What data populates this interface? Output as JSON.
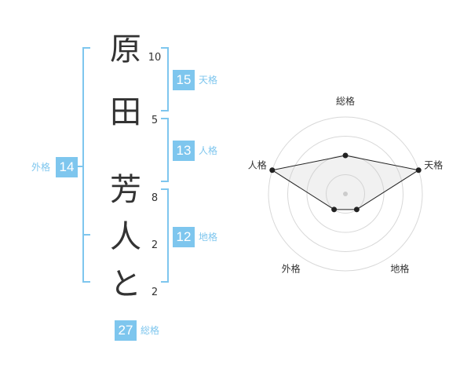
{
  "name_chars": [
    "原",
    "田",
    "芳",
    "人",
    "と"
  ],
  "stroke_counts": [
    "10",
    "5",
    "8",
    "2",
    "2"
  ],
  "fortunes": {
    "tenkaku": {
      "value": "15",
      "label": "天格"
    },
    "jinkaku": {
      "value": "13",
      "label": "人格"
    },
    "chikaku": {
      "value": "12",
      "label": "地格"
    },
    "gaikaku": {
      "value": "14",
      "label": "外格"
    },
    "soukaku": {
      "value": "27",
      "label": "総格"
    }
  },
  "chart_data": {
    "type": "radar",
    "axes": [
      "総格",
      "天格",
      "地格",
      "外格",
      "人格"
    ],
    "values": [
      2,
      4,
      1,
      1,
      4
    ],
    "max": 4,
    "rings": 4
  },
  "colors": {
    "accent": "#7ec6ee",
    "text": "#333333"
  }
}
